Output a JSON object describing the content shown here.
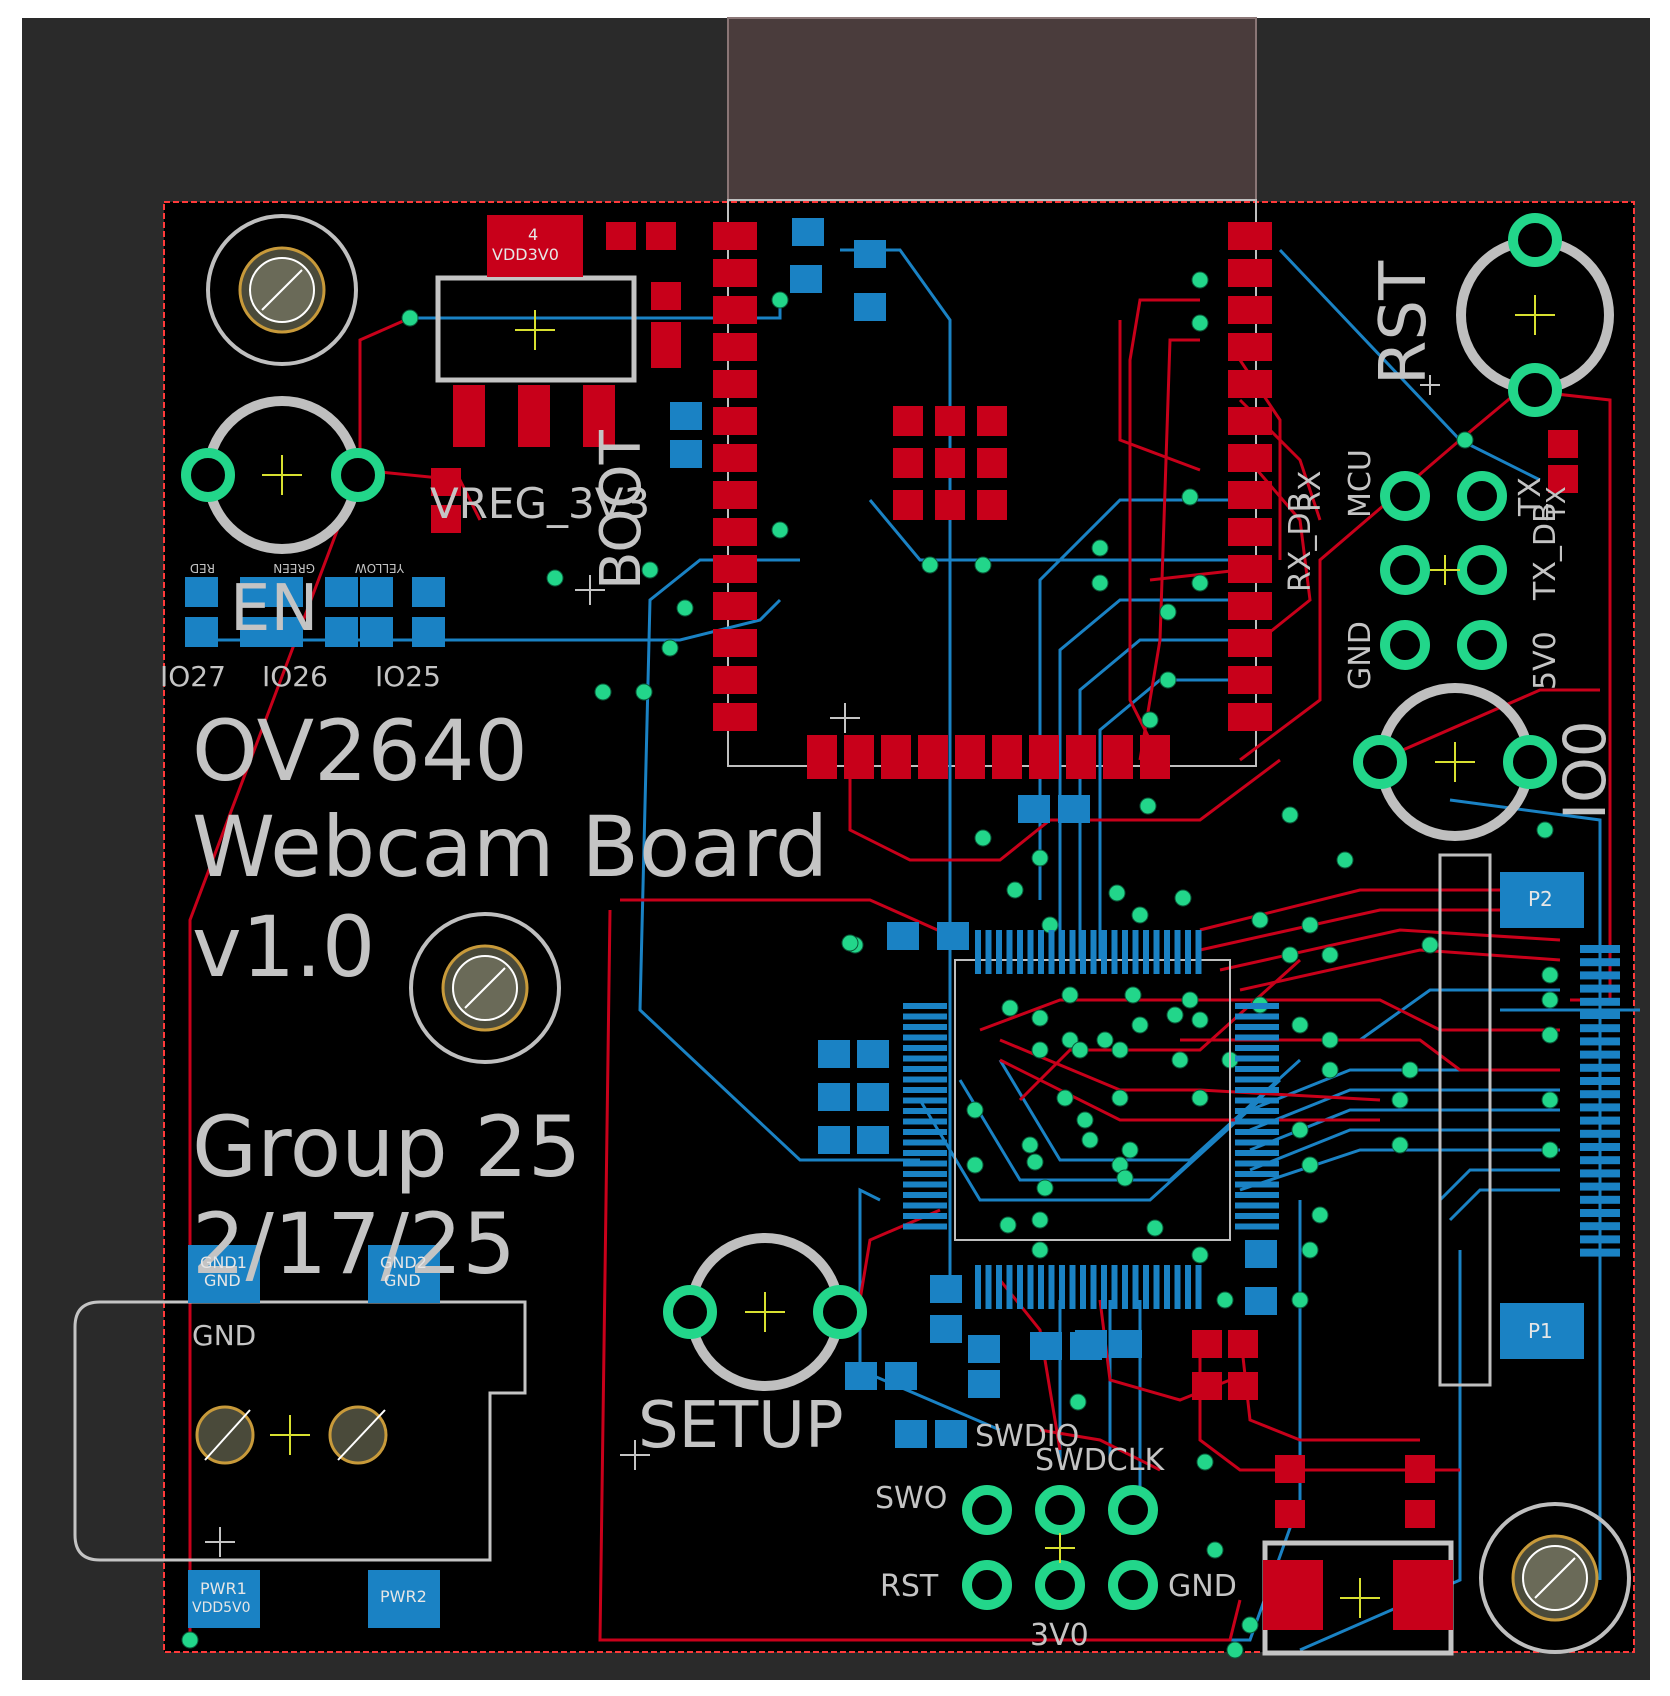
{
  "colors": {
    "canvas": "#2a2a2a",
    "board": "#000000",
    "outline": "#ff3a3a",
    "top_copper": "#c8001a",
    "bottom_copper": "#1a82c4",
    "silkscreen": "#c4c4c4",
    "via": "#22d68a",
    "hole_ring": "#bfbfbf",
    "cross": "#d8e030",
    "keepout": "#5a4848"
  },
  "silkscreen": {
    "title_line1": "OV2640",
    "title_line2": "Webcam Board",
    "title_line3": "v1.0",
    "group": "Group 25",
    "date": "2/17/25",
    "rst_label": "RST",
    "setup_label": "SETUP",
    "en_label": "EN",
    "boot_label": "BOOT",
    "io0_label": "IO0",
    "vreg_label": "VREG_3V3",
    "led_red": "RED",
    "led_green": "GREEN",
    "led_yellow": "YELLOW",
    "io27": "IO27",
    "io26": "IO26",
    "io25": "IO25",
    "gnd_silk": "GND",
    "swdio": "SWDIO",
    "swdclk": "SWDCLK",
    "swo": "SWO",
    "jtag_rst": "RST",
    "jtag_gnd": "GND",
    "jtag_3v0": "3V0",
    "rx": "RX",
    "tx": "TX",
    "db_rx": "RX_DB",
    "db_tx": "TX_DB",
    "mcu": "MCU",
    "gnd_header": "GND",
    "v5_header": "5V0",
    "gnd_tx": "TX",
    "pad_p1": "P1",
    "pad_p2": "P2",
    "pad_gnd1": "GND1",
    "pad_gnd2": "GND2",
    "pad_gnd1_net": "GND",
    "pad_gnd2_net": "GND",
    "pad_pwr1": "PWR1",
    "pad_pwr1_net": "VDD5V0",
    "pad_pwr2": "PWR2",
    "vdd3v0_pad": "VDD3V0",
    "vdd3v0_num": "4"
  }
}
